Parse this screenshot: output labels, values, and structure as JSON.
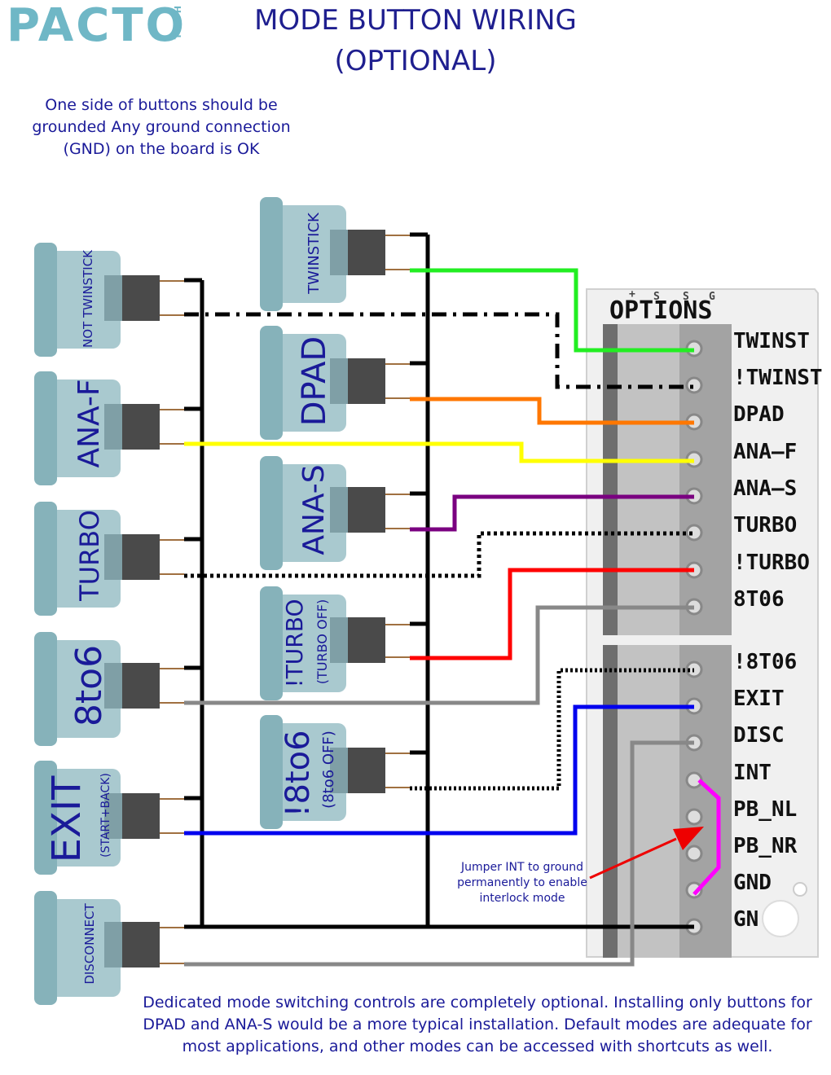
{
  "logo": {
    "brand": "PACTO",
    "sub": "TECH"
  },
  "title": {
    "line1": "MODE BUTTON WIRING",
    "line2": "(OPTIONAL)"
  },
  "notes": {
    "top": "One side of buttons should be grounded Any ground connection (GND) on the board is OK",
    "bottom": "Dedicated mode switching controls are completely optional. Installing only buttons for DPAD and ANA-S would be a more typical installation. Default modes are adequate for most applications, and other modes can be accessed with shortcuts as well.",
    "jumper": "Jumper INT to ground permanently to enable interlock mode"
  },
  "buttons_left": [
    {
      "label": "NOT TWINSTICK",
      "sub": ""
    },
    {
      "label": "ANA-F",
      "sub": ""
    },
    {
      "label": "TURBO",
      "sub": ""
    },
    {
      "label": "8to6",
      "sub": ""
    },
    {
      "label": "EXIT",
      "sub": "(START+BACK)"
    },
    {
      "label": "DISCONNECT",
      "sub": ""
    }
  ],
  "buttons_right": [
    {
      "label": "TWINSTICK",
      "sub": ""
    },
    {
      "label": "DPAD",
      "sub": ""
    },
    {
      "label": "ANA-S",
      "sub": ""
    },
    {
      "label": "!TURBO",
      "sub": "(TURBO OFF)"
    },
    {
      "label": "!8to6",
      "sub": "(8to6 OFF)"
    }
  ],
  "board": {
    "header": "OPTIONS",
    "pins_top": [
      "TWINST",
      "!TWINST",
      "DPAD",
      "ANA–F",
      "ANA–S",
      "TURBO",
      "!TURBO",
      "8T06"
    ],
    "pins_bottom": [
      "!8T06",
      "EXIT",
      "DISC",
      "INT",
      "PB_NL",
      "PB_NR",
      "GND",
      "GN"
    ]
  },
  "colors": {
    "title": "#1f1f8f",
    "text": "#1a1a99",
    "logo": "#6fb7c6",
    "twinstick": "#22ee22",
    "dpad": "#ff7700",
    "ana_f": "#ffff00",
    "ana_s": "#7a0080",
    "not_turbo": "#ff0000",
    "8to6": "#888888",
    "exit": "#0000ee",
    "jumper": "#ff00ff",
    "arrow": "#ee0000"
  }
}
